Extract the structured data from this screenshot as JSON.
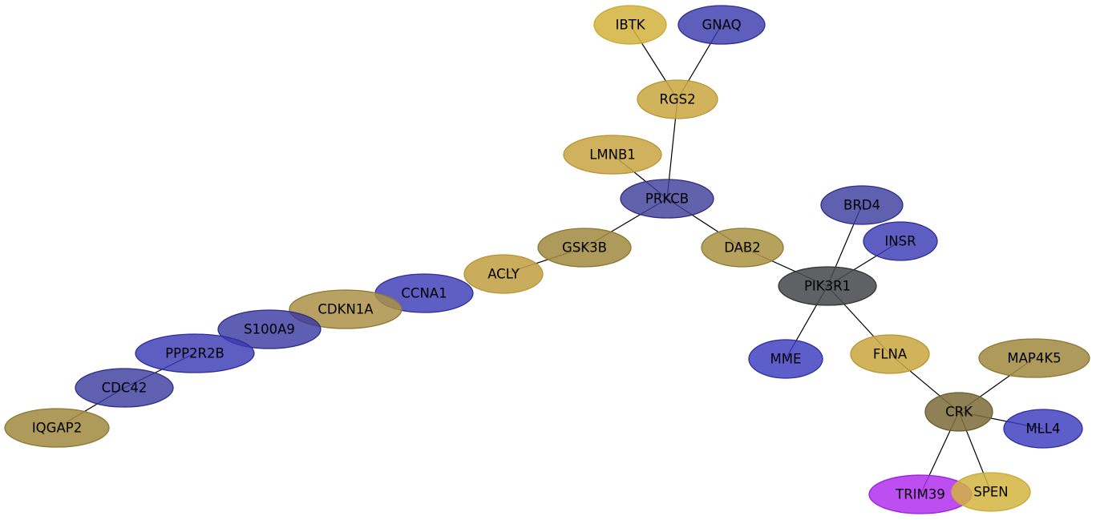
{
  "nodes": [
    {
      "id": "IBTK",
      "label": "IBTK",
      "fill": "#D4B441",
      "stroke": "#C8A834",
      "opacity": 0.88
    },
    {
      "id": "GNAQ",
      "label": "GNAQ",
      "fill": "#3B3BAD",
      "stroke": "#2D2D8F",
      "opacity": 0.82
    },
    {
      "id": "RGS2",
      "label": "RGS2",
      "fill": "#CBA845",
      "stroke": "#B89530",
      "opacity": 0.88
    },
    {
      "id": "LMNB1",
      "label": "LMNB1",
      "fill": "#C9A648",
      "stroke": "#B89530",
      "opacity": 0.88
    },
    {
      "id": "PRKCB",
      "label": "PRKCB",
      "fill": "#3E3E9A",
      "stroke": "#2D2D80",
      "opacity": 0.82
    },
    {
      "id": "GSK3B",
      "label": "GSK3B",
      "fill": "#A38D45",
      "stroke": "#8C7833",
      "opacity": 0.88
    },
    {
      "id": "DAB2",
      "label": "DAB2",
      "fill": "#AD9547",
      "stroke": "#8C7833",
      "opacity": 0.88
    },
    {
      "id": "BRD4",
      "label": "BRD4",
      "fill": "#3D3DA0",
      "stroke": "#2D2D88",
      "opacity": 0.82
    },
    {
      "id": "INSR",
      "label": "INSR",
      "fill": "#3A3AB5",
      "stroke": "#2D2D98",
      "opacity": 0.82
    },
    {
      "id": "ACLY",
      "label": "ACLY",
      "fill": "#C2A145",
      "stroke": "#B89530",
      "opacity": 0.88
    },
    {
      "id": "PIK3R1",
      "label": "PIK3R1",
      "fill": "#4A4B50",
      "stroke": "#333338",
      "opacity": 0.88
    },
    {
      "id": "CCNA1",
      "label": "CCNA1",
      "fill": "#3A3AB8",
      "stroke": "#2D2D98",
      "opacity": 0.82
    },
    {
      "id": "CDKN1A",
      "label": "CDKN1A",
      "fill": "#AB9147",
      "stroke": "#8C7833",
      "opacity": 0.85
    },
    {
      "id": "S100A9",
      "label": "S100A9",
      "fill": "#3636A0",
      "stroke": "#2D2D88",
      "opacity": 0.8
    },
    {
      "id": "PPP2R2B",
      "label": "PPP2R2B",
      "fill": "#3A3AB5",
      "stroke": "#2D2D98",
      "opacity": 0.82
    },
    {
      "id": "MME",
      "label": "MME",
      "fill": "#3A3AC0",
      "stroke": "#2D2DA0",
      "opacity": 0.82
    },
    {
      "id": "FLNA",
      "label": "FLNA",
      "fill": "#CBA845",
      "stroke": "#B89530",
      "opacity": 0.88
    },
    {
      "id": "MAP4K5",
      "label": "MAP4K5",
      "fill": "#A38D45",
      "stroke": "#8C7833",
      "opacity": 0.88
    },
    {
      "id": "CDC42",
      "label": "CDC42",
      "fill": "#3D3DA0",
      "stroke": "#2D2D88",
      "opacity": 0.82
    },
    {
      "id": "CRK",
      "label": "CRK",
      "fill": "#7F6E3E",
      "stroke": "#6B5C30",
      "opacity": 0.88
    },
    {
      "id": "IQGAP2",
      "label": "IQGAP2",
      "fill": "#A38D45",
      "stroke": "#8C7833",
      "opacity": 0.88
    },
    {
      "id": "MLL4",
      "label": "MLL4",
      "fill": "#3A3AC0",
      "stroke": "#2D2DA0",
      "opacity": 0.82
    },
    {
      "id": "TRIM39",
      "label": "TRIM39",
      "fill": "#B130F0",
      "stroke": "#9A20D8",
      "opacity": 0.85
    },
    {
      "id": "SPEN",
      "label": "SPEN",
      "fill": "#D4B441",
      "stroke": "#C8A834",
      "opacity": 0.85
    }
  ],
  "edges": [
    [
      "IBTK",
      "RGS2"
    ],
    [
      "GNAQ",
      "RGS2"
    ],
    [
      "RGS2",
      "PRKCB"
    ],
    [
      "LMNB1",
      "PRKCB"
    ],
    [
      "PRKCB",
      "GSK3B"
    ],
    [
      "PRKCB",
      "DAB2"
    ],
    [
      "GSK3B",
      "ACLY"
    ],
    [
      "DAB2",
      "PIK3R1"
    ],
    [
      "BRD4",
      "PIK3R1"
    ],
    [
      "INSR",
      "PIK3R1"
    ],
    [
      "PIK3R1",
      "MME"
    ],
    [
      "PIK3R1",
      "FLNA"
    ],
    [
      "FLNA",
      "CRK"
    ],
    [
      "MAP4K5",
      "CRK"
    ],
    [
      "CRK",
      "MLL4"
    ],
    [
      "CRK",
      "TRIM39"
    ],
    [
      "CRK",
      "SPEN"
    ],
    [
      "PPP2R2B",
      "CDC42"
    ],
    [
      "CDC42",
      "IQGAP2"
    ]
  ]
}
